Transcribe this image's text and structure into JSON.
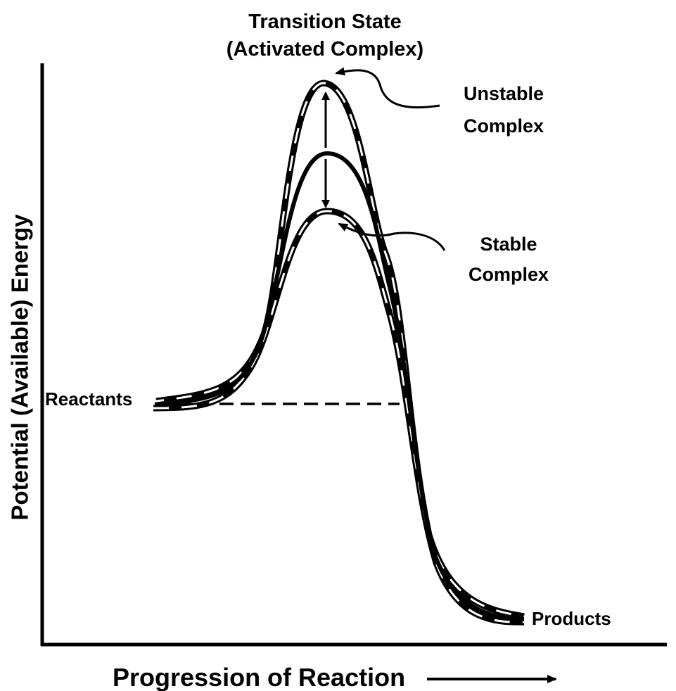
{
  "diagram": {
    "transition_state_line1": "Transition State",
    "transition_state_line2": "(Activated Complex)",
    "unstable_line1": "Unstable",
    "unstable_line2": "Complex",
    "stable_line1": "Stable",
    "stable_line2": "Complex",
    "reactants": "Reactants",
    "products": "Products",
    "x_axis_title": "Progression of Reaction",
    "y_axis_title": "Potential (Available) Energy"
  },
  "colors": {
    "ink": "#000000",
    "background": "#ffffff"
  }
}
